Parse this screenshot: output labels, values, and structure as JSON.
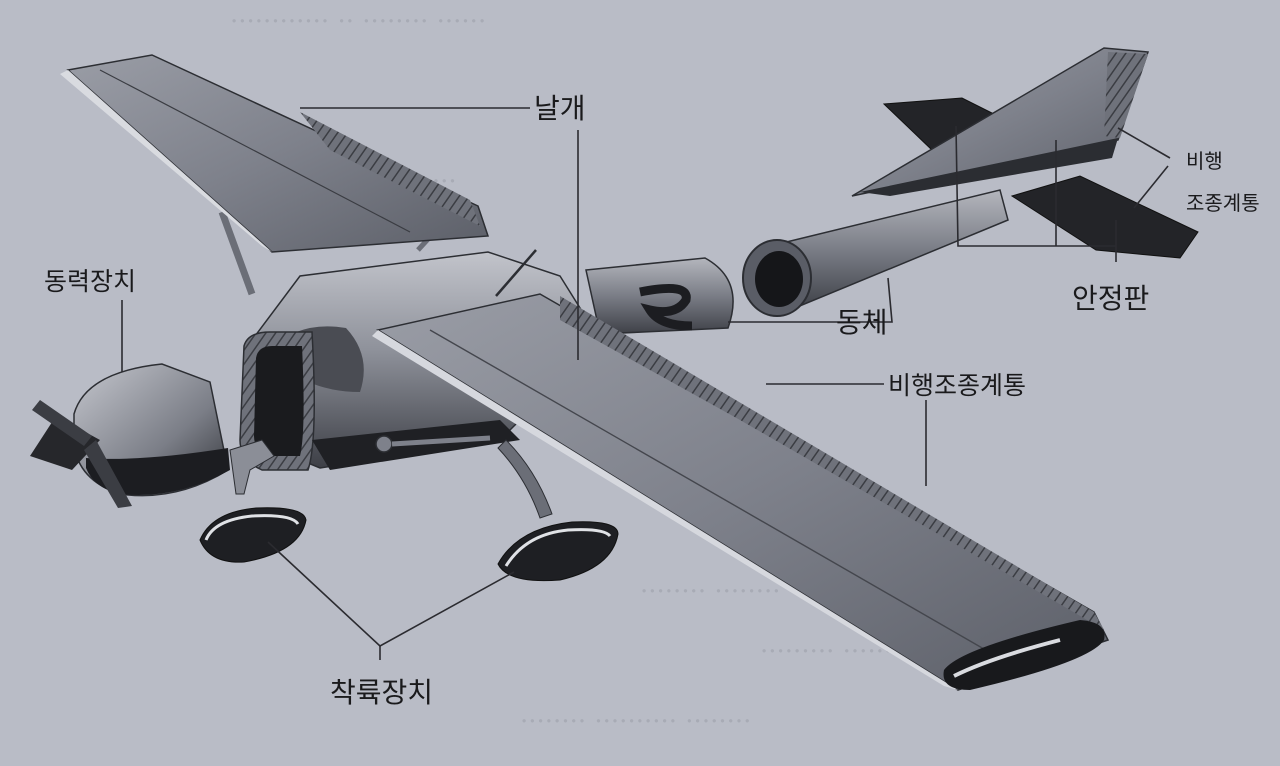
{
  "labels": {
    "wing": "날개",
    "powerplant": "동력장치",
    "fuselage": "동체",
    "flight_control_right": "비행조종계통",
    "flight_control_top_line1": "비행",
    "flight_control_top_line2": "조종계통",
    "stabilizer": "안정판",
    "landing_gear": "착륙장치"
  },
  "colors": {
    "page_background": "#b9bcc6",
    "leader_line": "#2b2b30",
    "label_text": "#1a1a1c"
  }
}
